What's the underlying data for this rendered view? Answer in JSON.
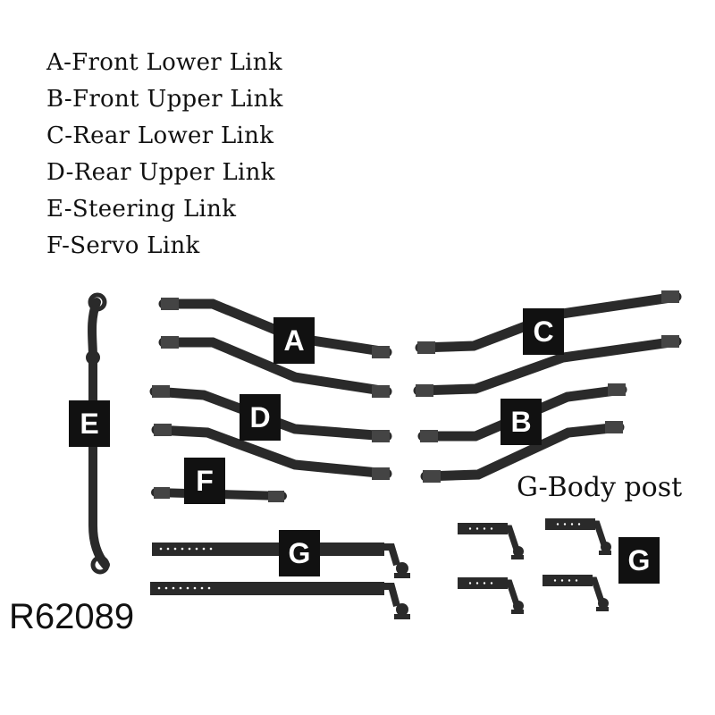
{
  "legend": [
    {
      "code": "A",
      "text": "A-Front Lower Link"
    },
    {
      "code": "B",
      "text": "B-Front Upper Link"
    },
    {
      "code": "C",
      "text": "C-Rear Lower Link"
    },
    {
      "code": "D",
      "text": "D-Rear Upper Link"
    },
    {
      "code": "E",
      "text": "E-Steering Link"
    },
    {
      "code": "F",
      "text": "F-Servo Link"
    }
  ],
  "labels": {
    "a": "A",
    "b": "B",
    "c": "C",
    "d": "D",
    "e": "E",
    "f": "F",
    "g_left": "G",
    "g_right": "G"
  },
  "body_post_caption": "G-Body post",
  "model_number": "R62089",
  "colors": {
    "part": "#2a2a2a",
    "tag_bg": "#111111",
    "tag_text": "#ffffff"
  }
}
